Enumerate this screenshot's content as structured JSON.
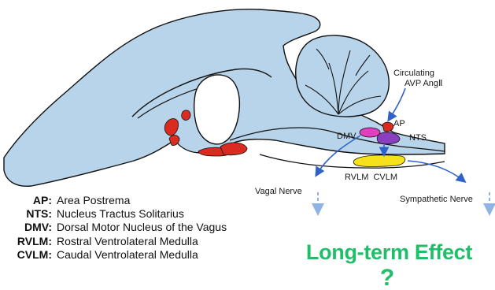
{
  "colors": {
    "brain": "#b8d4ea",
    "outline": "#111111",
    "red_region": "#d92b1f",
    "dmv_pink": "#e040c0",
    "nts_purple": "#8a3fc0",
    "rvlm_yellow": "#f5e21a",
    "arrow_blue": "#2e62c9",
    "dashed_arrow": "#8fb3e3",
    "effect_green": "#1fbf6a"
  },
  "labels": {
    "circulating": "Circulating",
    "hormones": "AVP AngⅡ",
    "ap": "AP",
    "nts": "NTS",
    "dmv": "DMV",
    "rvlm_cvlm": "RVLM  CVLM",
    "vagal_nerve": "Vagal Nerve",
    "sympathetic_nerve": "Sympathetic Nerve"
  },
  "legend": [
    {
      "abbr": "AP:",
      "full": "Area Postrema"
    },
    {
      "abbr": "NTS:",
      "full": "Nucleus Tractus Solitarius"
    },
    {
      "abbr": "DMV:",
      "full": "Dorsal Motor Nucleus of the Vagus"
    },
    {
      "abbr": "RVLM:",
      "full": "Rostral Ventrolateral Medulla"
    },
    {
      "abbr": "CVLM:",
      "full": "Caudal Ventrolateral Medulla"
    }
  ],
  "effect": {
    "title": "Long-term Effect",
    "mark": "?"
  }
}
